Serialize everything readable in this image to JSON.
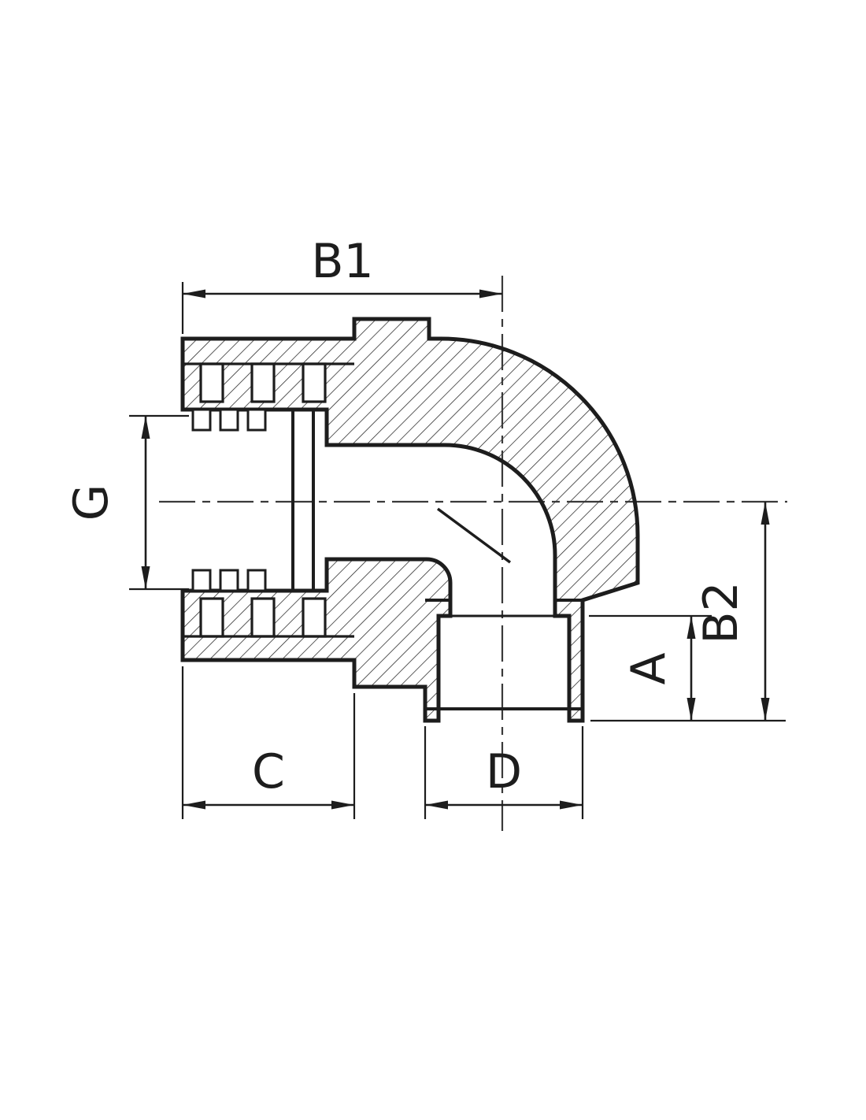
{
  "canvas": {
    "background": "#ffffff",
    "line_color": "#1d1d1d"
  },
  "drawing": {
    "kind": "pipe-elbow-fitting-section-drawing",
    "dimensions": {
      "b1": {
        "label": "B1"
      },
      "g": {
        "label": "G"
      },
      "b2": {
        "label": "B2"
      },
      "a": {
        "label": "A"
      },
      "c": {
        "label": "C"
      },
      "d": {
        "label": "D"
      }
    }
  }
}
